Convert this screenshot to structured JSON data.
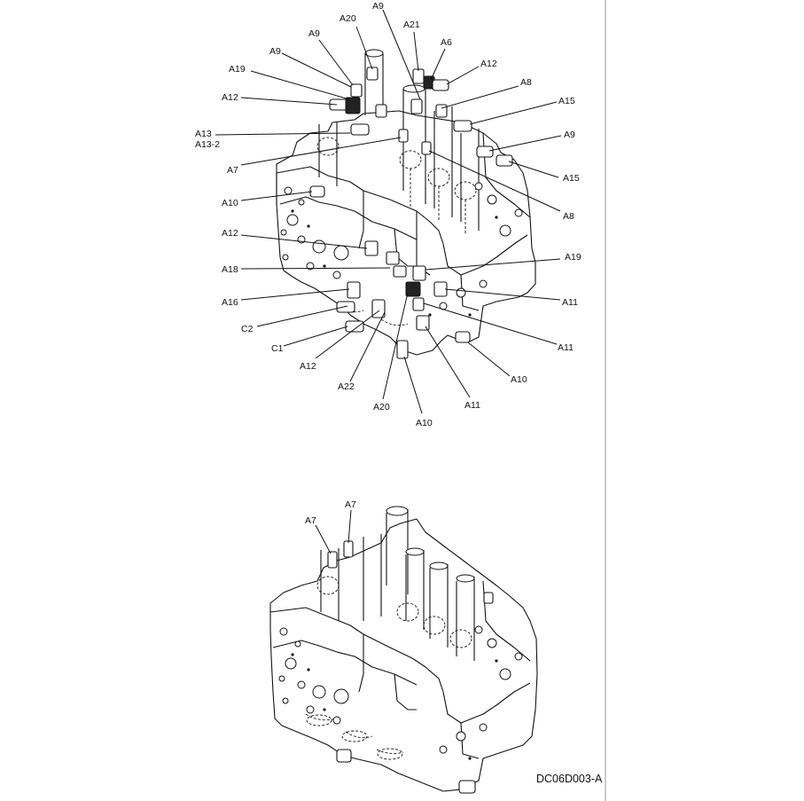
{
  "document": {
    "drawing_id": "DC06D003-A"
  },
  "upper_view": {
    "callouts": [
      {
        "label": "A9"
      },
      {
        "label": "A20"
      },
      {
        "label": "A21"
      },
      {
        "label": "A6"
      },
      {
        "label": "A9"
      },
      {
        "label": "A12"
      },
      {
        "label": "A9"
      },
      {
        "label": "A19"
      },
      {
        "label": "A8"
      },
      {
        "label": "A12"
      },
      {
        "label": "A15"
      },
      {
        "label": "A13"
      },
      {
        "label": "A13-2"
      },
      {
        "label": "A9"
      },
      {
        "label": "A7"
      },
      {
        "label": "A15"
      },
      {
        "label": "A10"
      },
      {
        "label": "A8"
      },
      {
        "label": "A12"
      },
      {
        "label": "A19"
      },
      {
        "label": "A18"
      },
      {
        "label": "A16"
      },
      {
        "label": "A11"
      },
      {
        "label": "C2"
      },
      {
        "label": "A11"
      },
      {
        "label": "C1"
      },
      {
        "label": "A12"
      },
      {
        "label": "A10"
      },
      {
        "label": "A22"
      },
      {
        "label": "A20"
      },
      {
        "label": "A11"
      },
      {
        "label": "A10"
      }
    ]
  },
  "lower_view": {
    "callouts": [
      {
        "label": "A7"
      },
      {
        "label": "A7"
      }
    ]
  }
}
